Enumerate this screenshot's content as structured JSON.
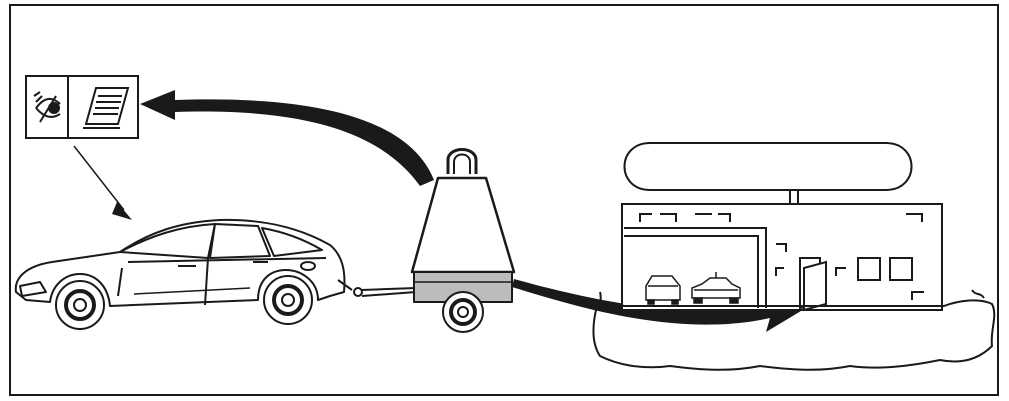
{
  "diagram": {
    "description_visible_text": "",
    "elements": [
      {
        "id": "pictogram-box",
        "icons": [
          "see-manual-eye-icon",
          "owners-manual-book-icon"
        ]
      },
      {
        "id": "car",
        "type": "hatchback"
      },
      {
        "id": "trailer",
        "load": "weight"
      },
      {
        "id": "dealership",
        "contents": [
          "car",
          "car"
        ]
      }
    ],
    "connections": [
      {
        "from": "pictogram-box",
        "to": "car",
        "style": "thin-arrow"
      },
      {
        "from": "weight",
        "to": "pictogram-box",
        "style": "thick-curved-arrow"
      },
      {
        "from": "trailer",
        "to": "dealership",
        "style": "thick-curved-arrow"
      }
    ],
    "colors": {
      "line": "#1a1a1a",
      "trailer_box": "#bcbcbc",
      "background": "#ffffff"
    }
  }
}
